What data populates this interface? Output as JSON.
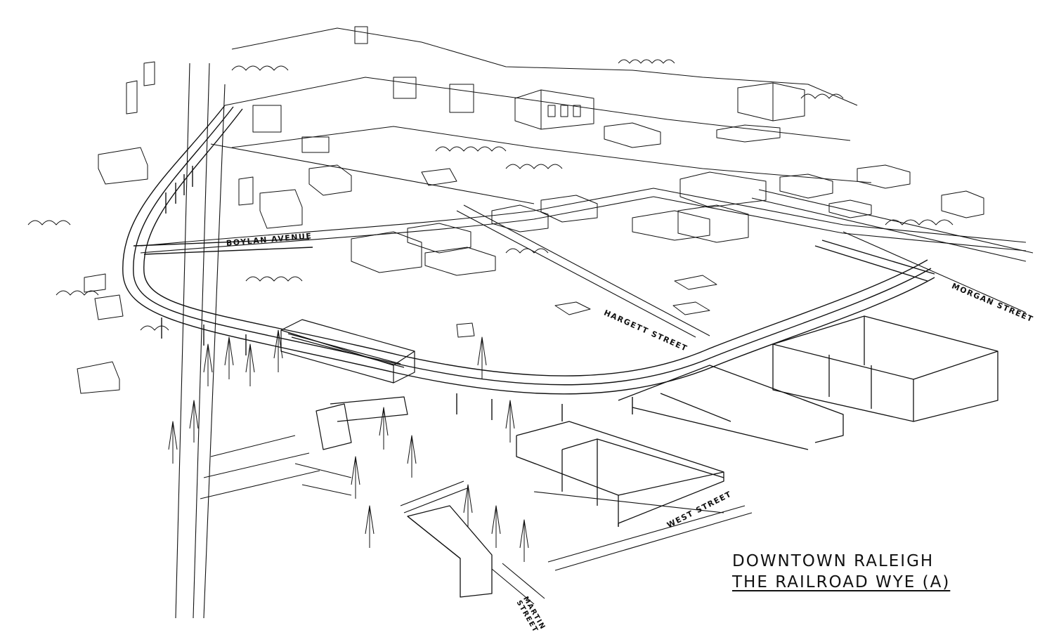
{
  "drawing": {
    "title": "DOWNTOWN RALEIGH",
    "subtitle": "THE RAILROAD WYE (A)"
  },
  "streets": {
    "boylan": "BOYLAN AVENUE",
    "hargett": "HARGETT STREET",
    "morgan": "MORGAN STREET",
    "west": "WEST STREET",
    "martin_1": "MARTIN",
    "martin_2": "STREET"
  },
  "colors": {
    "ink": "#111111",
    "paper": "#ffffff"
  }
}
